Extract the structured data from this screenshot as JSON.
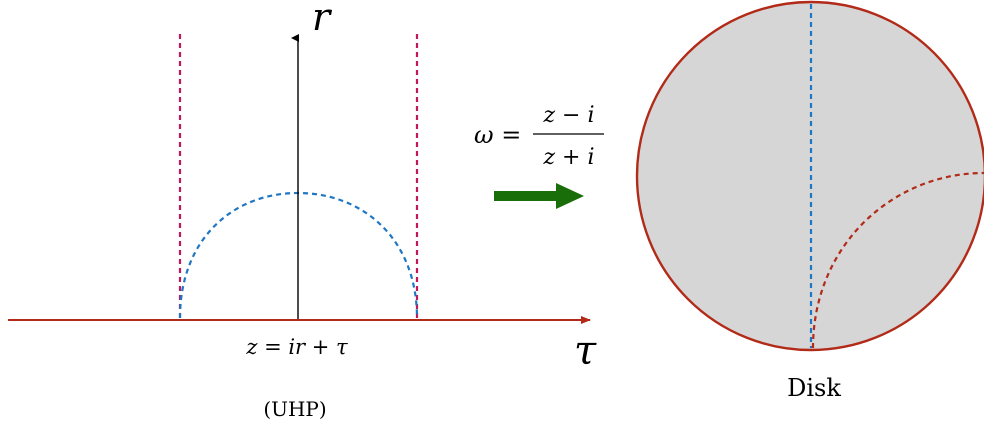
{
  "left_panel": {
    "vertical_axis_label": "r",
    "horizontal_axis_label": "τ",
    "coordinate_label": "z = ir + τ",
    "caption": "(UHP)"
  },
  "mapping": {
    "lhs": "ω =",
    "numerator": "z − i",
    "denominator": "z + i"
  },
  "right_panel": {
    "caption": "Disk"
  },
  "colors": {
    "boundary": "#b22a18",
    "geodesic_blue": "#1f77c4",
    "geodesic_magenta": "#c2185b",
    "arrow": "#1a6e0a",
    "disk_fill": "#d6d6d6",
    "axis": "#000000"
  }
}
